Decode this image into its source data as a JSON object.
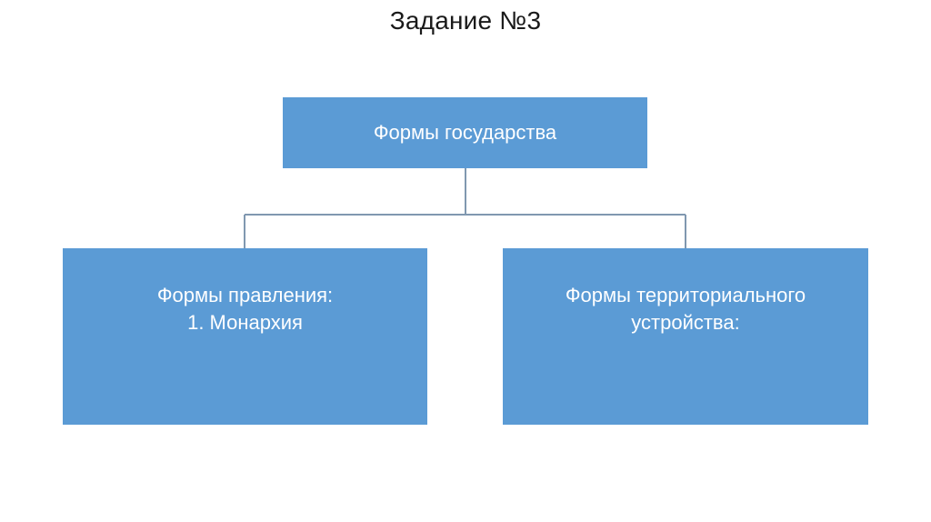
{
  "slide": {
    "title": "Задание №3",
    "background_color": "#ffffff",
    "title_color": "#1a1a1a"
  },
  "theme": {
    "node_fill": "#5b9bd5",
    "node_text_color": "#ffffff",
    "connector_color": "#8098b0"
  },
  "diagram": {
    "type": "org-chart",
    "root": {
      "id": "forms-of-state",
      "label": "Формы государства"
    },
    "children": [
      {
        "id": "forms-of-government",
        "lines": [
          "Формы правления:",
          "1. Монархия"
        ],
        "line1": "Формы правления:",
        "line2": "1. Монархия"
      },
      {
        "id": "forms-of-territorial-structure",
        "lines": [
          "Формы территориального",
          "устройства:"
        ],
        "line1": "Формы территориального",
        "line2": "устройства:"
      }
    ]
  }
}
